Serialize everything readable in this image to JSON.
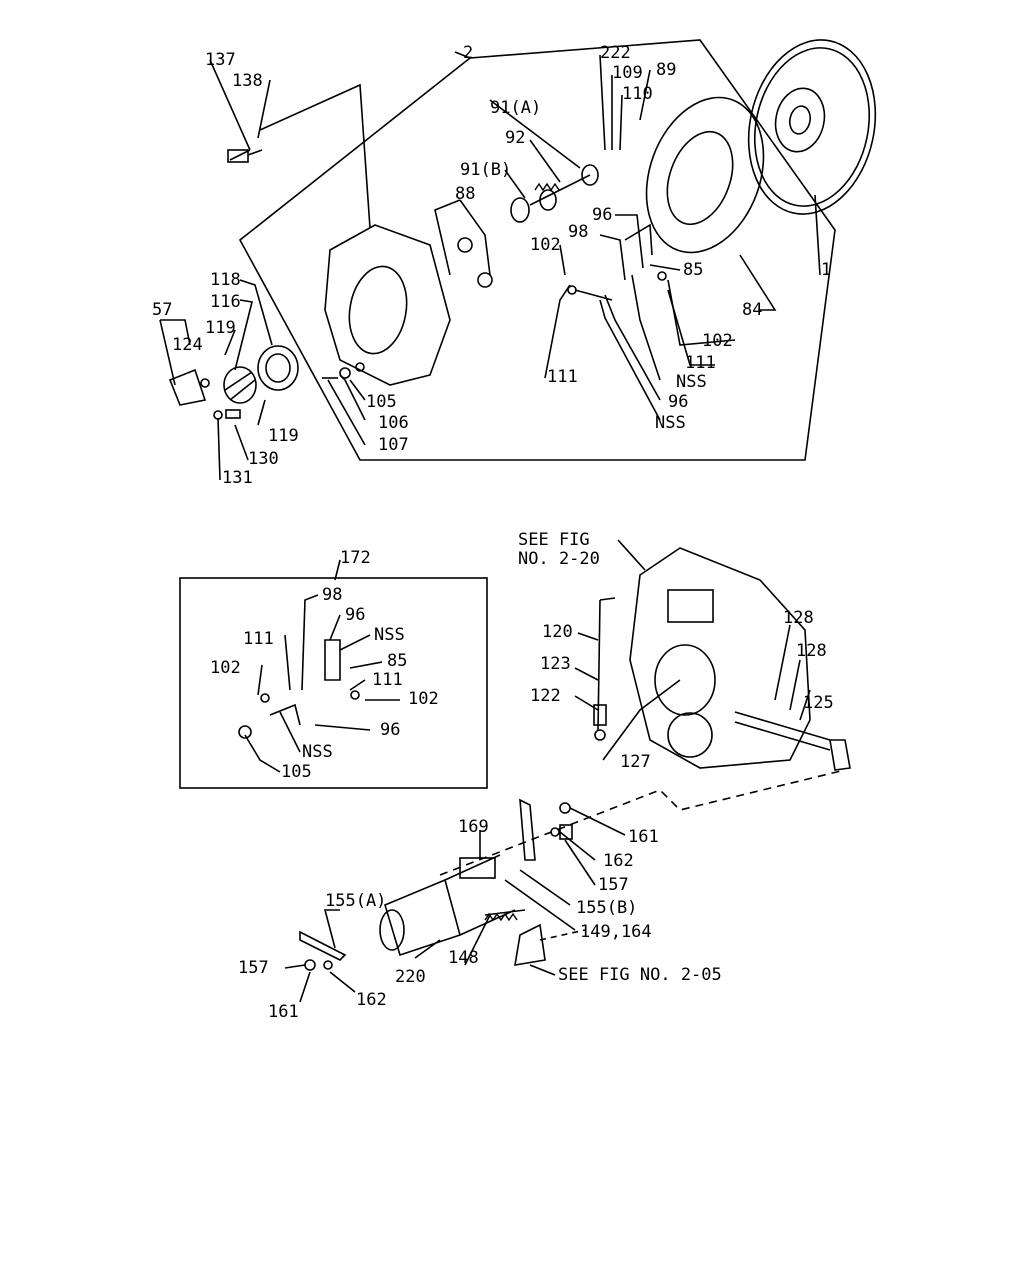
{
  "top_assembly": {
    "labels": [
      "137",
      "138",
      "2",
      "222",
      "109",
      "89",
      "110",
      "91(A)",
      "92",
      "91(B)",
      "88",
      "96",
      "98",
      "102",
      "85",
      "84",
      "1",
      "118",
      "116",
      "57",
      "119",
      "124",
      "102",
      "111",
      "NSS",
      "96",
      "111",
      "105",
      "106",
      "107",
      "NSS",
      "119",
      "130",
      "131"
    ]
  },
  "box_172": {
    "title": "172",
    "labels": [
      "98",
      "96",
      "NSS",
      "111",
      "85",
      "102",
      "111",
      "102",
      "96",
      "NSS",
      "105"
    ]
  },
  "housing": {
    "see_fig": "SEE FIG\nNO. 2-20",
    "labels": [
      "120",
      "128",
      "128",
      "123",
      "125",
      "122",
      "127"
    ]
  },
  "cylinder": {
    "labels": [
      "161",
      "169",
      "162",
      "157",
      "155(B)",
      "155(A)",
      "149,164",
      "148",
      "157",
      "220",
      "162",
      "161"
    ],
    "see_fig": "SEE FIG NO. 2-05"
  }
}
